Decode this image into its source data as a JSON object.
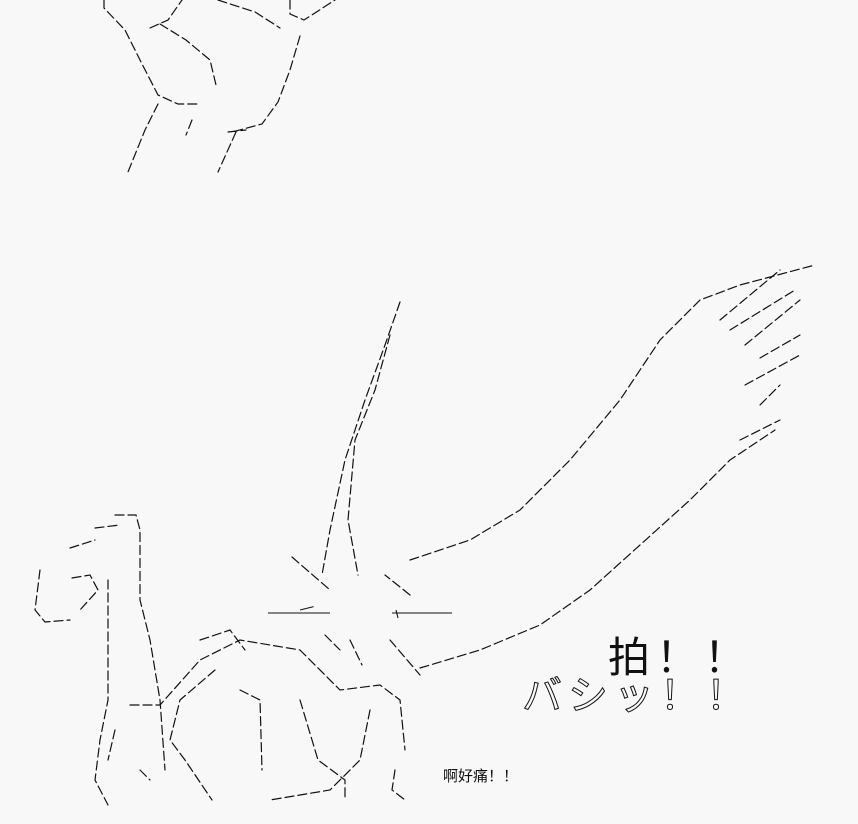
{
  "artwork": {
    "style": "ascii-art",
    "ink_color": "#111111",
    "background_color": "#f8f8f8",
    "sound_effect": "拍！！",
    "sound_effect_outlined": "バシッ！！",
    "speech": "啊好痛！！"
  }
}
